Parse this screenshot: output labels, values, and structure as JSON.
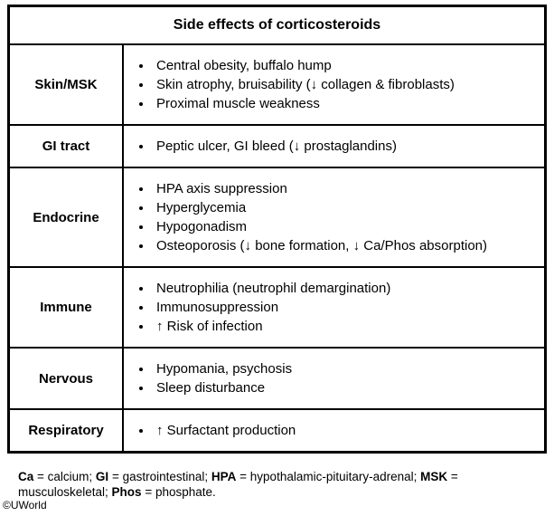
{
  "title": "Side effects of corticosteroids",
  "table": {
    "rows": [
      {
        "system": "Skin/MSK",
        "effects": [
          "Central obesity, buffalo hump",
          "Skin atrophy, bruisability (↓ collagen & fibroblasts)",
          "Proximal muscle weakness"
        ]
      },
      {
        "system": "GI tract",
        "effects": [
          "Peptic ulcer, GI bleed (↓ prostaglandins)"
        ]
      },
      {
        "system": "Endocrine",
        "effects": [
          "HPA axis suppression",
          "Hyperglycemia",
          "Hypogonadism",
          "Osteoporosis (↓ bone formation, ↓ Ca/Phos absorption)"
        ]
      },
      {
        "system": "Immune",
        "effects": [
          "Neutrophilia (neutrophil demargination)",
          "Immunosuppression",
          "↑ Risk of infection"
        ]
      },
      {
        "system": "Nervous",
        "effects": [
          "Hypomania, psychosis",
          "Sleep disturbance"
        ]
      },
      {
        "system": "Respiratory",
        "effects": [
          "↑ Surfactant production"
        ]
      }
    ]
  },
  "footnote": {
    "abbreviations": [
      {
        "abbr": "Ca",
        "definition": "calcium"
      },
      {
        "abbr": "GI",
        "definition": "gastrointestinal"
      },
      {
        "abbr": "HPA",
        "definition": "hypothalamic-pituitary-adrenal"
      },
      {
        "abbr": "MSK",
        "definition": "musculoskeletal"
      },
      {
        "abbr": "Phos",
        "definition": "phosphate"
      }
    ],
    "separator": "; ",
    "equals": " = ",
    "terminator": "."
  },
  "copyright": "©UWorld",
  "colors": {
    "border": "#000000",
    "text": "#000000",
    "background": "#ffffff"
  }
}
